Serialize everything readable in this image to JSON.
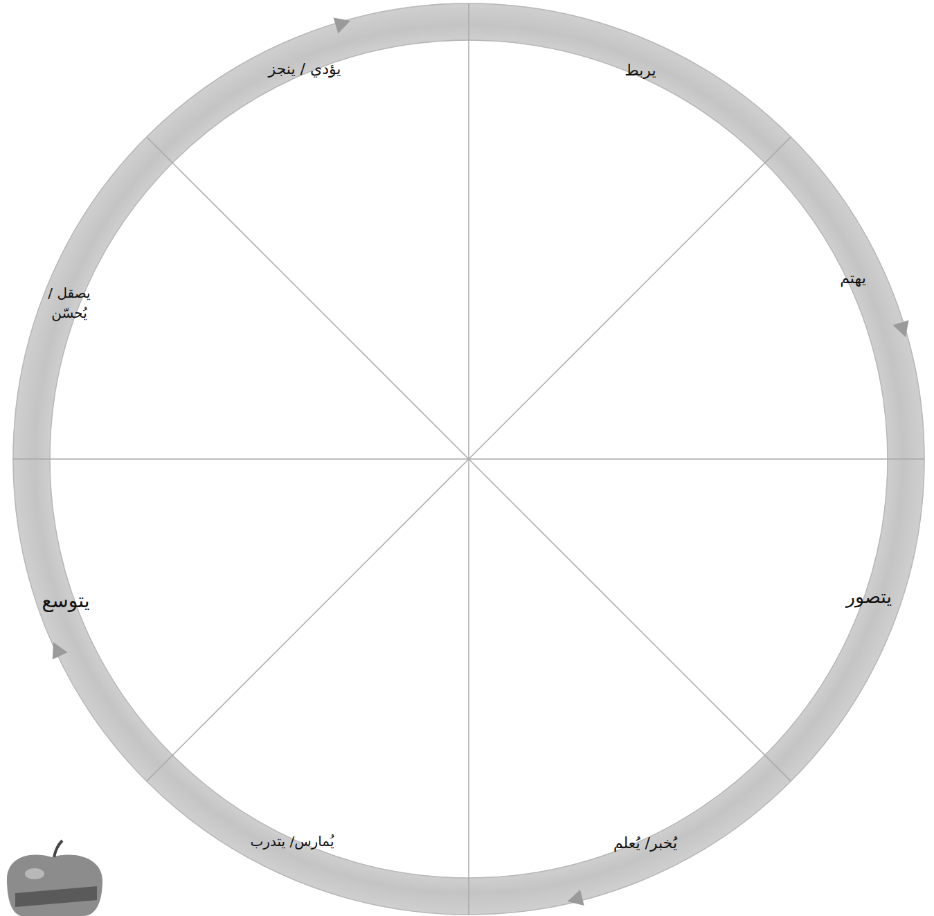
{
  "diagram": {
    "nodes": [
      {
        "text": [
          "يربط"
        ]
      },
      {
        "text": [
          "يهتم"
        ]
      },
      {
        "text": [
          "يتصور"
        ]
      },
      {
        "text": [
          "يُخبر/ يُعلم"
        ]
      },
      {
        "text": [
          "يُمارس/ يتدرب"
        ]
      },
      {
        "text": [
          "يتوسع"
        ]
      },
      {
        "text": [
          "يصقل / يُحسّن"
        ]
      },
      {
        "text": [
          "يؤدي / ينجز"
        ]
      }
    ]
  }
}
